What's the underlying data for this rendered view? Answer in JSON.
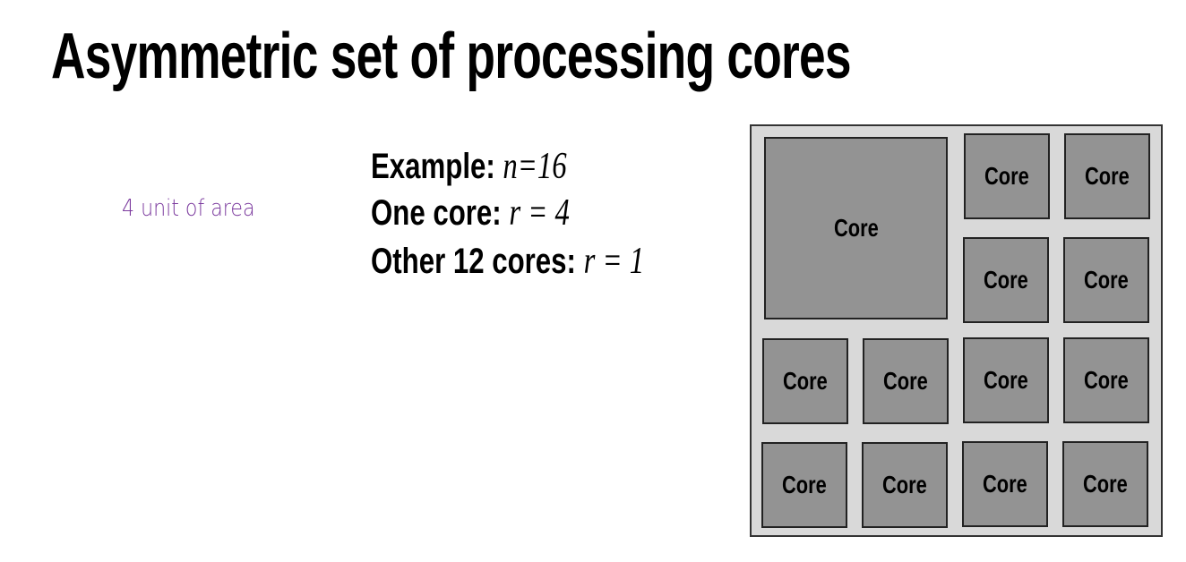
{
  "title": "Asymmetric set of processing cores",
  "annotation": "4 unit of area",
  "lines": [
    {
      "label": "Example: ",
      "math": "n=16"
    },
    {
      "label": "One core: ",
      "math": "r = 4"
    },
    {
      "label": "Other 12 cores: ",
      "math": "r = 1"
    }
  ],
  "chip": {
    "big_core_label": "Core",
    "core_labels": [
      "Core",
      "Core",
      "Core",
      "Core",
      "Core",
      "Core",
      "Core",
      "Core",
      "Core",
      "Core",
      "Core",
      "Core"
    ]
  }
}
